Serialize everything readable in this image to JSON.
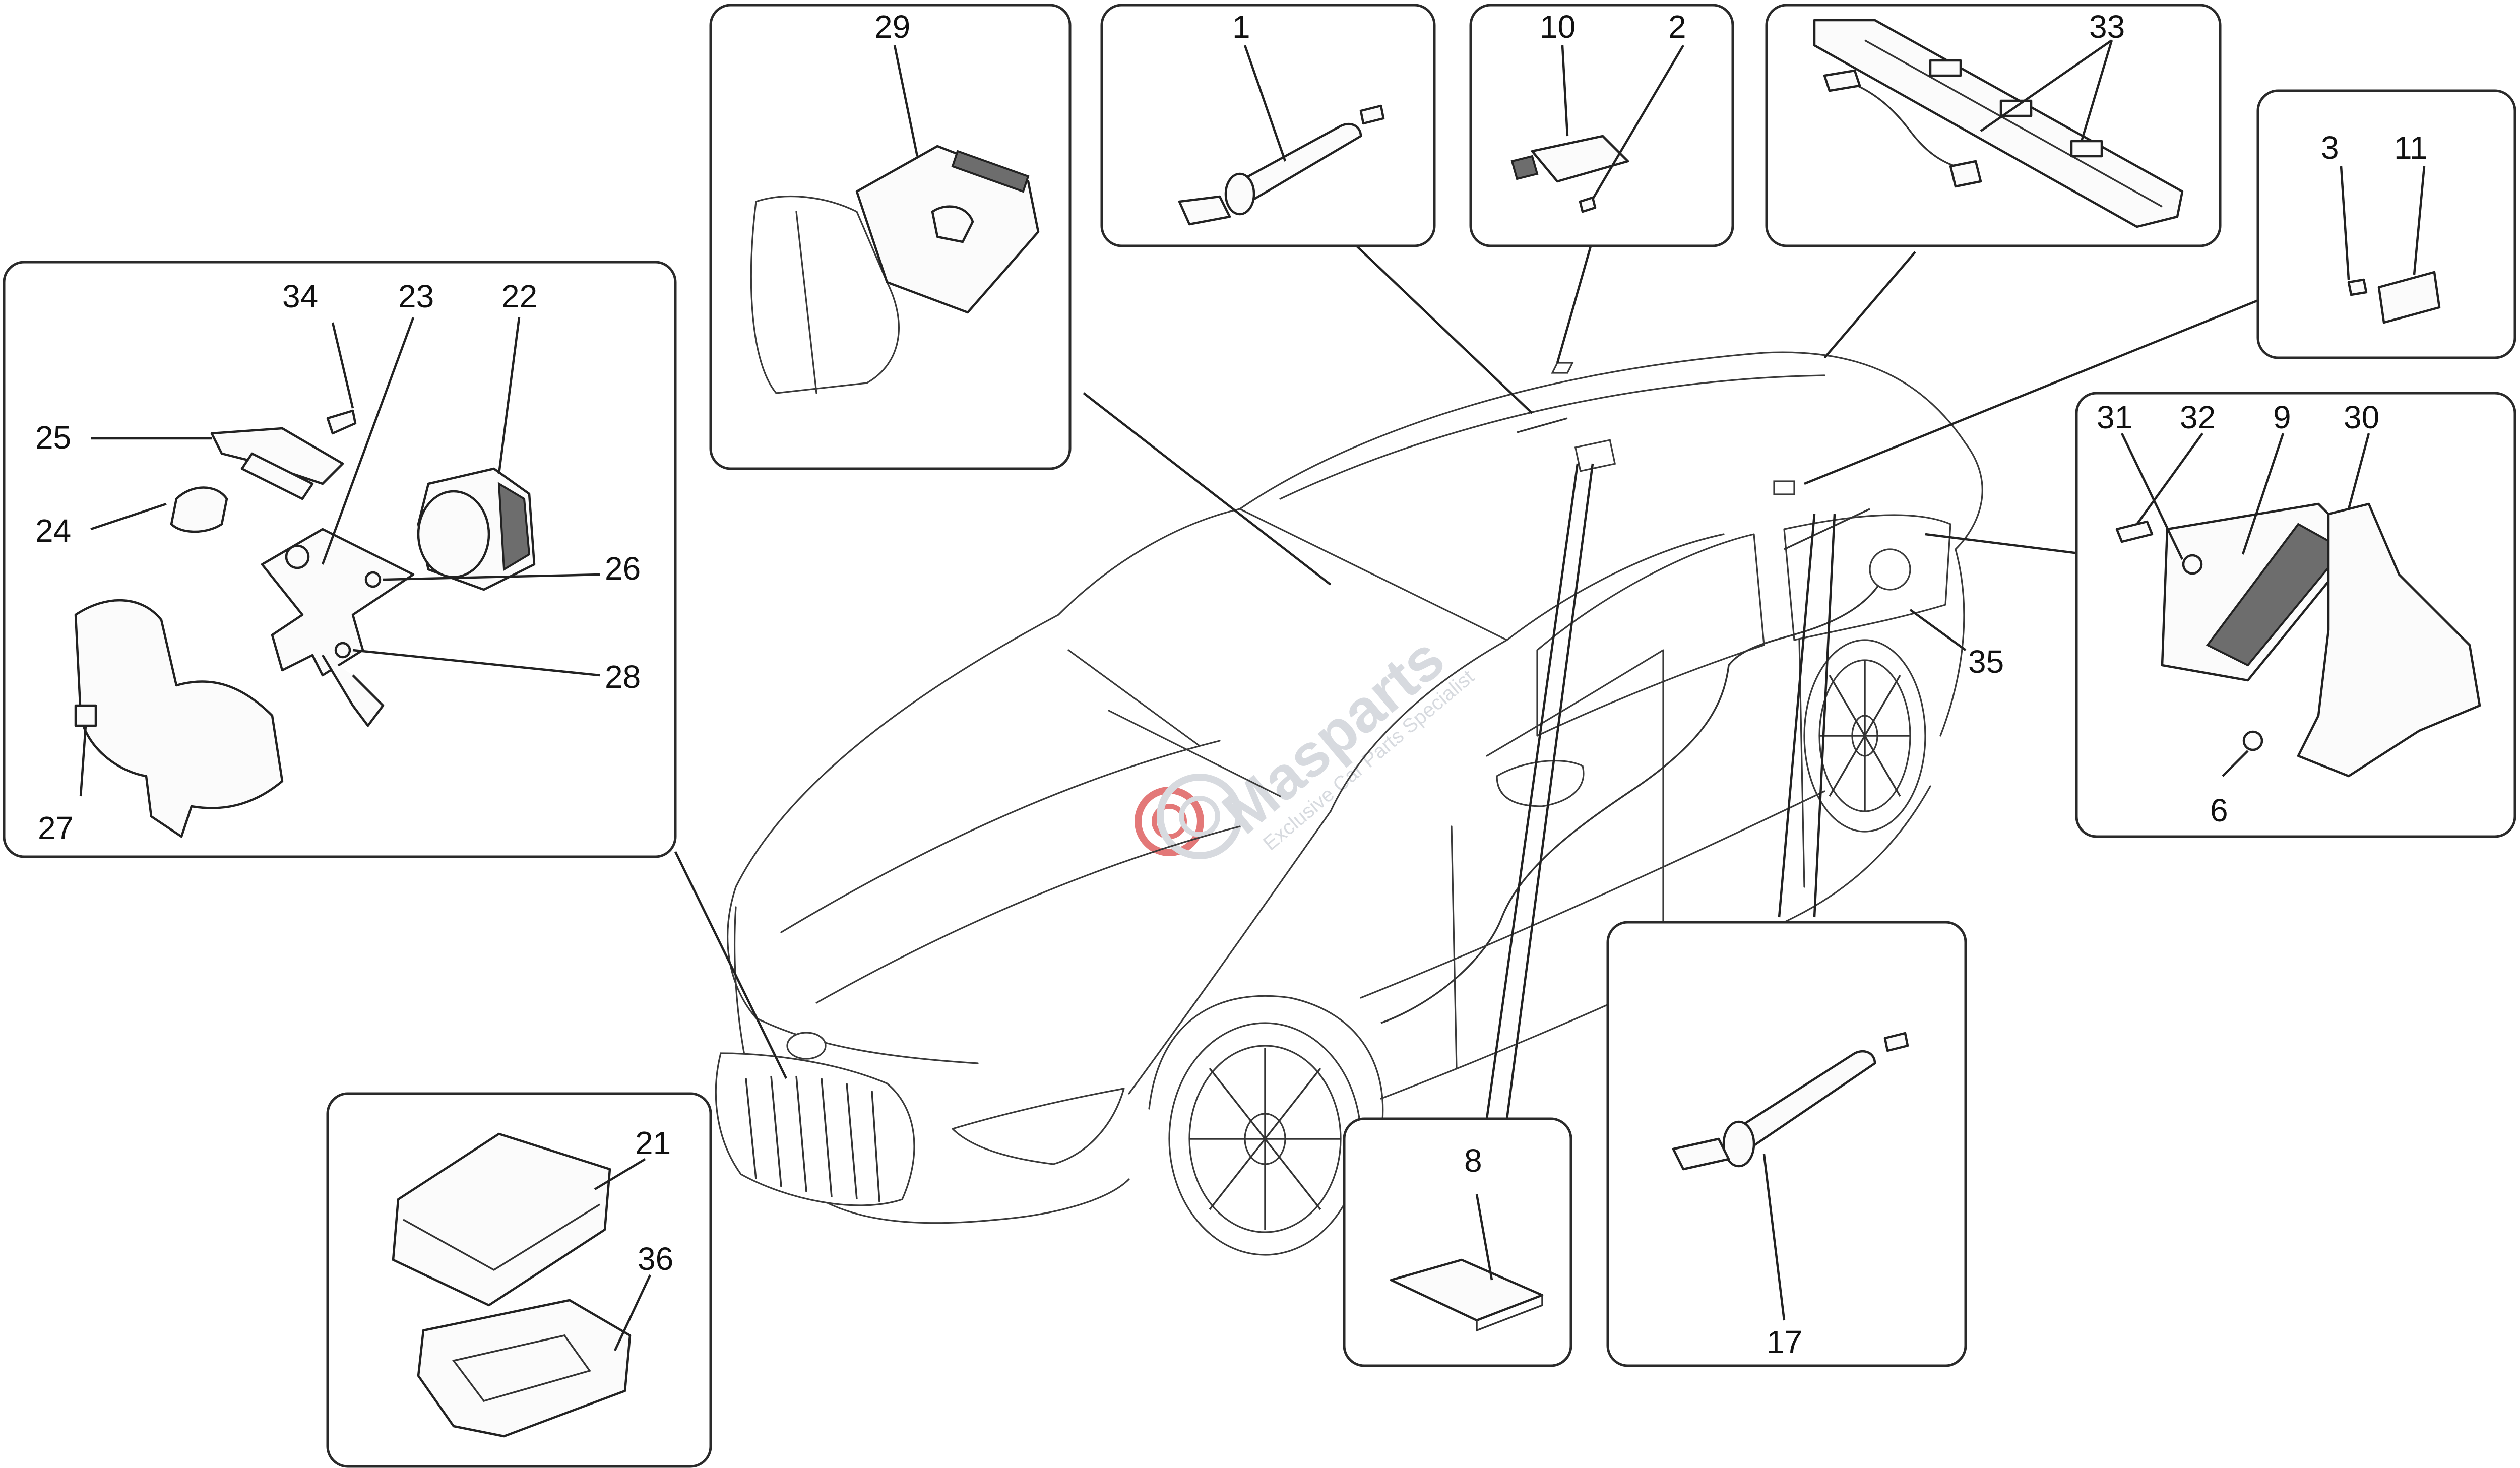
{
  "callouts": {
    "c1": "1",
    "c2": "2",
    "c3": "3",
    "c6": "6",
    "c8": "8",
    "c9": "9",
    "c10": "10",
    "c11": "11",
    "c17": "17",
    "c21": "21",
    "c22": "22",
    "c23": "23",
    "c24": "24",
    "c25": "25",
    "c26": "26",
    "c27": "27",
    "c28": "28",
    "c29": "29",
    "c30": "30",
    "c31": "31",
    "c32": "32",
    "c33": "33",
    "c34": "34",
    "c35": "35",
    "c36": "36"
  },
  "watermark": {
    "name": "Masparts",
    "tagline": "Exclusive Car Parts Specialist",
    "accent_color": "#e06a6a",
    "text_color": "#d3d7dc"
  },
  "colors": {
    "line": "#2a2a2a",
    "background": "#ffffff"
  }
}
